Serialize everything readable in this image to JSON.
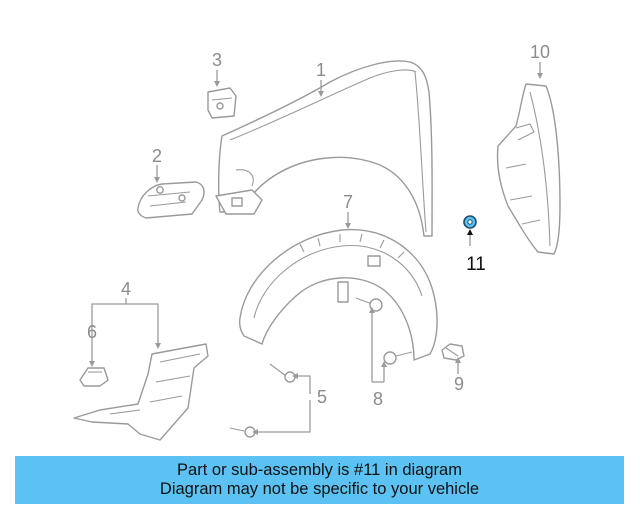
{
  "labels": {
    "p1": "1",
    "p2": "2",
    "p3": "3",
    "p4": "4",
    "p5": "5",
    "p6": "6",
    "p7": "7",
    "p8": "8",
    "p9": "9",
    "p10": "10",
    "p11": "11"
  },
  "highlight_part": "11",
  "colors": {
    "highlight": "#5bc2f3",
    "line": "#9a9a9a",
    "label": "#8c8c8c"
  },
  "banner": {
    "line1": "Part or sub-assembly is #11 in diagram",
    "line2": "Diagram may not be specific to your vehicle"
  }
}
